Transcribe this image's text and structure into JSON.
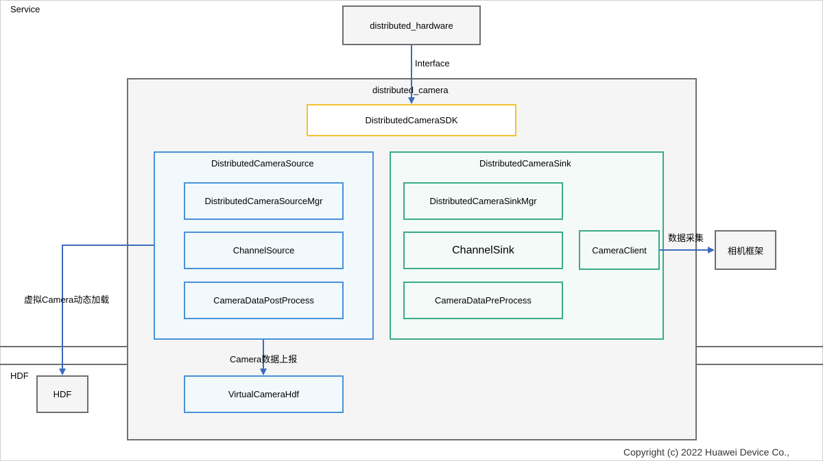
{
  "zones": {
    "service": "Service",
    "hdf": "HDF"
  },
  "boxes": {
    "distributed_hardware": "distributed_hardware",
    "distributed_camera": "distributed_camera",
    "sdk": "DistributedCameraSDK",
    "source": "DistributedCameraSource",
    "source_mgr": "DistributedCameraSourceMgr",
    "channel_source": "ChannelSource",
    "post_process": "CameraDataPostProcess",
    "sink": "DistributedCameraSink",
    "sink_mgr": "DistributedCameraSinkMgr",
    "channel_sink": "ChannelSink",
    "pre_process": "CameraDataPreProcess",
    "camera_client": "CameraClient",
    "camera_framework": "相机框架",
    "hdf_box": "HDF",
    "virtual_hdf": "VirtualCameraHdf"
  },
  "edges": {
    "interface": "Interface",
    "data_collect": "数据采集",
    "virtual_load": "虚拟Camera动态加载",
    "data_report": "Camera数据上报"
  },
  "footer": {
    "copyright": "Copyright (c) 2022 Huawei Device Co.,"
  },
  "colors": {
    "arrow": "#3a6bbf",
    "sdk_border": "#f2c230",
    "source_border": "#4a90d9",
    "source_fill": "#f1f9fd",
    "sink_border": "#3aaa8a",
    "sink_fill": "#f3faf7",
    "gray_border": "#6e6e6e",
    "gray_fill": "#f5f5f5"
  }
}
